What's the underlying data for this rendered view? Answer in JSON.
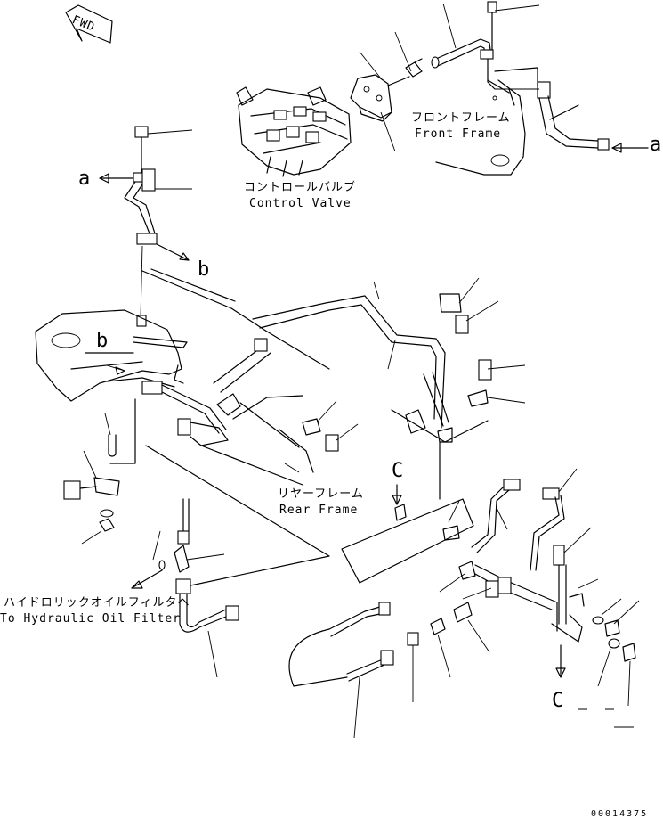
{
  "fwd_label": "FWD",
  "labels": {
    "front_frame_jp": "フロントフレーム",
    "front_frame_en": "Front Frame",
    "control_valve_jp": "コントロールバルブ",
    "control_valve_en": "Control Valve",
    "rear_frame_jp": "リヤーフレーム",
    "rear_frame_en": "Rear Frame",
    "oil_filter_jp": "ハイドロリックオイルフィルタヘ",
    "oil_filter_en": "To Hydraulic Oil Filter"
  },
  "callouts": {
    "a": "a",
    "b": "b",
    "c": "C"
  },
  "drawing_code": "00014375"
}
